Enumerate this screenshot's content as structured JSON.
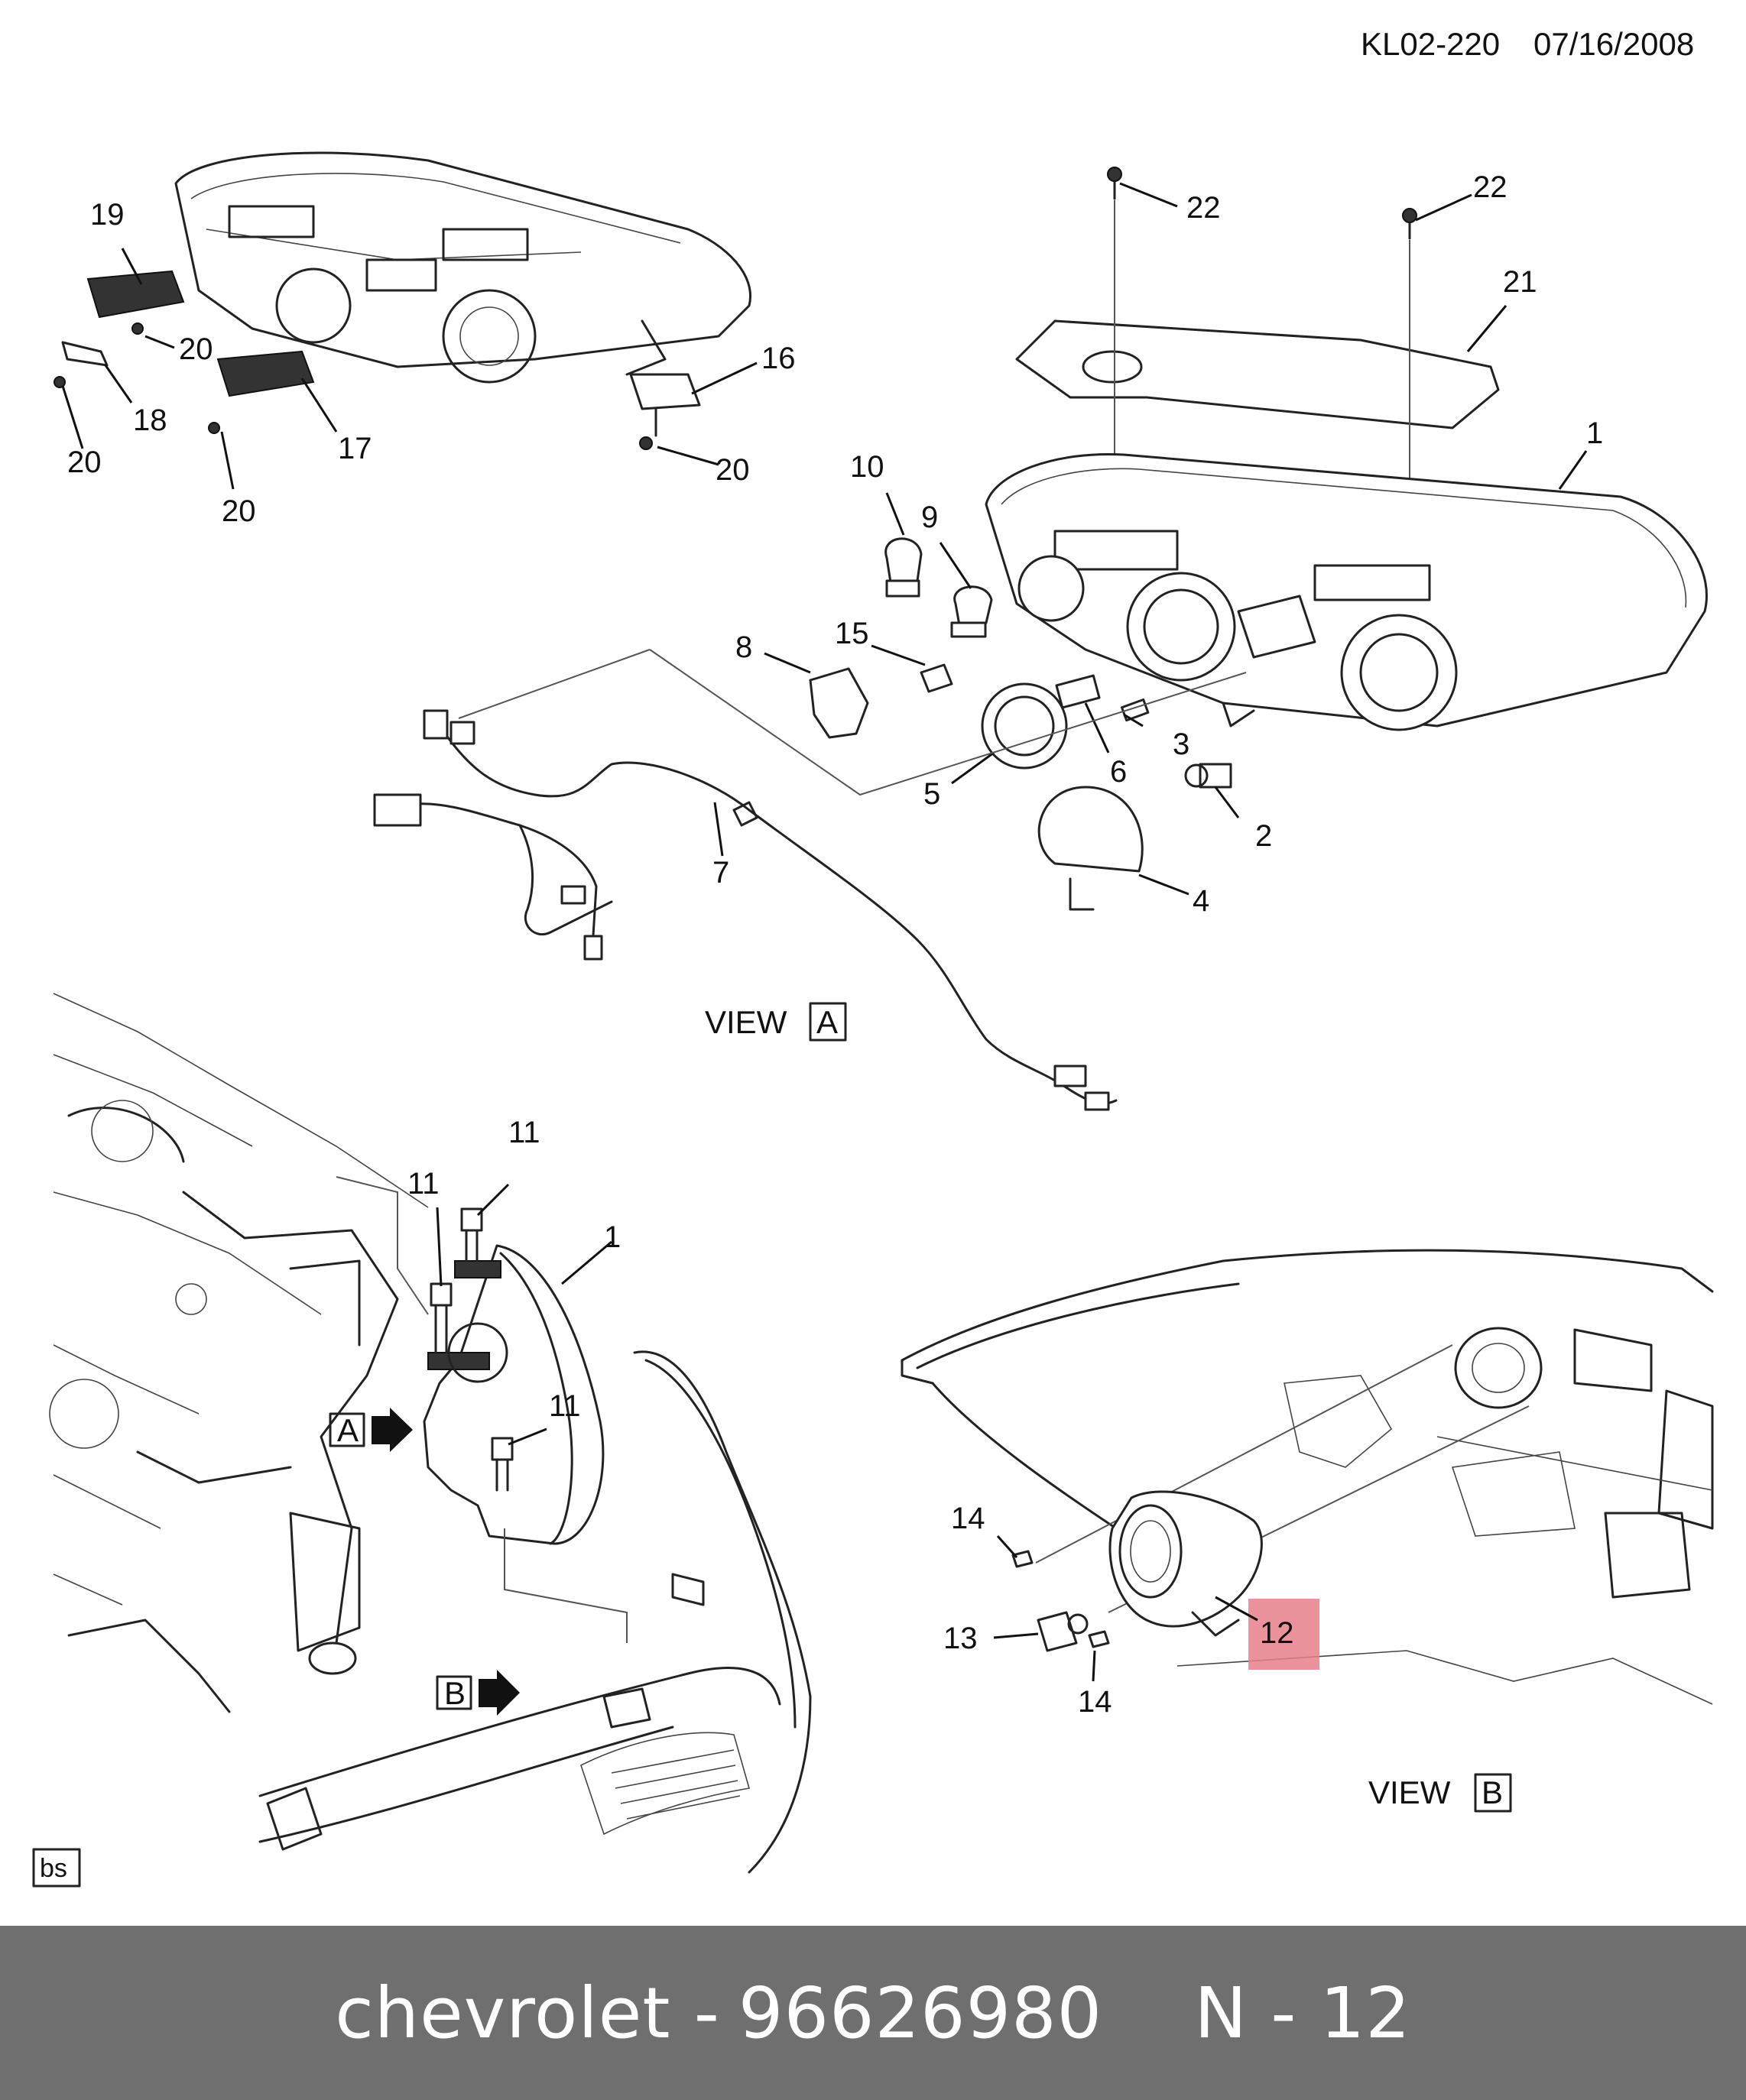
{
  "header": {
    "doc_id": "KL02-220",
    "date": "07/16/2008"
  },
  "views": {
    "view_a": {
      "word": "VIEW",
      "letter": "A"
    },
    "view_b": {
      "word": "VIEW",
      "letter": "B"
    }
  },
  "arrow_markers": {
    "a": "A",
    "b": "B"
  },
  "callouts": {
    "c19": "19",
    "c20_a": "20",
    "c18": "18",
    "c20_b": "20",
    "c17": "17",
    "c20_c": "20",
    "c16": "16",
    "c20_d": "20",
    "c22_a": "22",
    "c22_b": "22",
    "c21": "21",
    "c1_top": "1",
    "c10": "10",
    "c9": "9",
    "c15": "15",
    "c8": "8",
    "c3": "3",
    "c6": "6",
    "c5": "5",
    "c2": "2",
    "c4": "4",
    "c7": "7",
    "c11_a": "11",
    "c11_b": "11",
    "c1_mid": "1",
    "c11_c": "11",
    "c14_a": "14",
    "c13": "13",
    "c14_b": "14",
    "c12": "12"
  },
  "highlight": {
    "callout": "12",
    "color": "#e8808c"
  },
  "corner_tag": "bs",
  "footer": {
    "brand": "chevrolet -",
    "part_number": "96626980",
    "ref": "N - 12"
  }
}
